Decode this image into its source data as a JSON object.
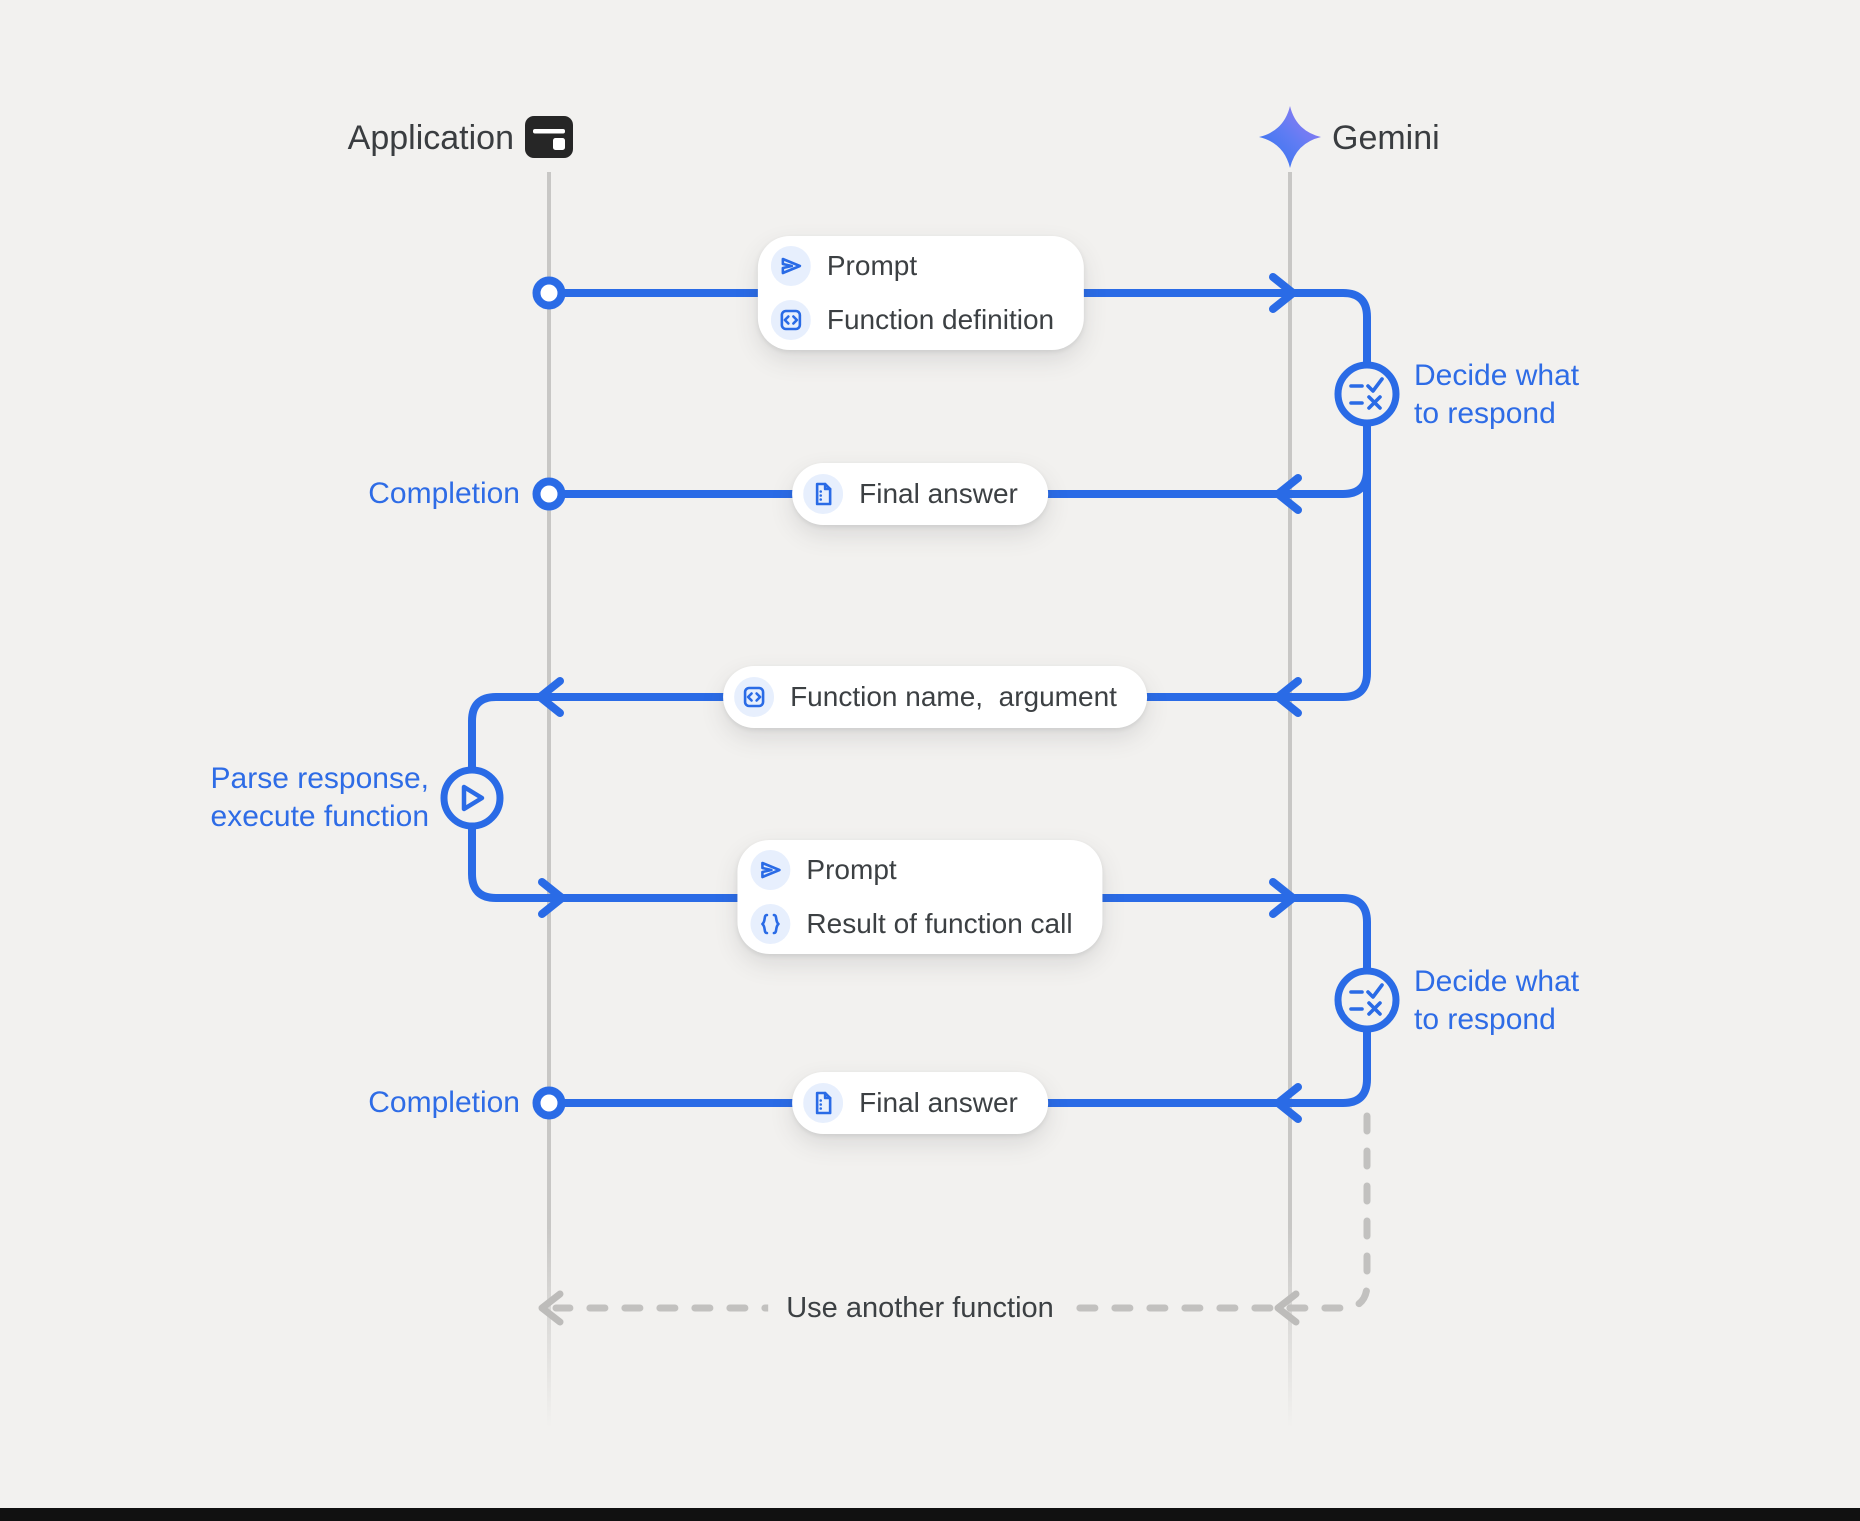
{
  "colors": {
    "canvas_bg": "#f2f1ef",
    "line_blue": "#2a6be6",
    "label_blue": "#2e6ce6",
    "text_dark": "#3c4043",
    "lifeline_gray": "#c8c7c5",
    "dash_gray": "#c2c1bf",
    "icon_bg": "#e7effd",
    "pill_bg": "#ffffff",
    "bottom_bar": "#111111",
    "gemini_gradient_start": "#2f74f0",
    "gemini_gradient_end": "#a07af2"
  },
  "header": {
    "application": {
      "label": "Application",
      "icon": "app-window-icon"
    },
    "gemini": {
      "label": "Gemini",
      "icon": "gemini-star-icon"
    }
  },
  "labels": {
    "completion": "Completion",
    "parse": {
      "line1": "Parse response,",
      "line2": "execute function"
    },
    "decide": {
      "line1": "Decide what",
      "line2": "to respond"
    },
    "use_another": "Use another function"
  },
  "messages": {
    "prompt_box_1": {
      "rows": [
        {
          "icon": "send-icon",
          "label": "Prompt"
        },
        {
          "icon": "code-icon",
          "label": "Function definition"
        }
      ]
    },
    "final_answer_1": {
      "icon": "document-icon",
      "label": "Final answer"
    },
    "function_name": {
      "icon": "code-icon",
      "label": "Function name,  argument"
    },
    "prompt_box_2": {
      "rows": [
        {
          "icon": "send-icon",
          "label": "Prompt"
        },
        {
          "icon": "braces-icon",
          "label": "Result of function call"
        }
      ]
    },
    "final_answer_2": {
      "icon": "document-icon",
      "label": "Final answer"
    }
  }
}
